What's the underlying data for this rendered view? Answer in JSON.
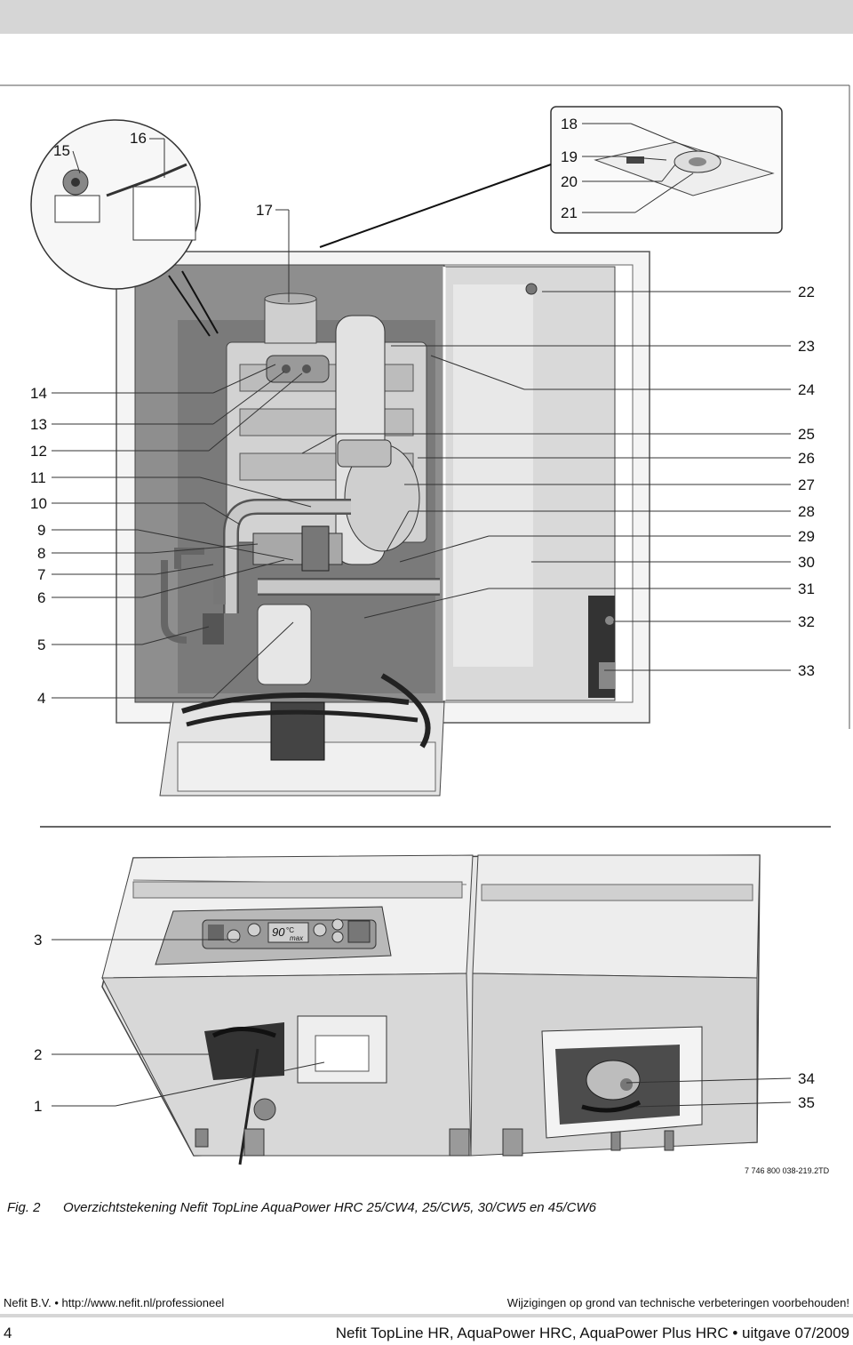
{
  "callouts": {
    "c1": "1",
    "c2": "2",
    "c3": "3",
    "c4": "4",
    "c5": "5",
    "c6": "6",
    "c7": "7",
    "c8": "8",
    "c9": "9",
    "c10": "10",
    "c11": "11",
    "c12": "12",
    "c13": "13",
    "c14": "14",
    "c15": "15",
    "c16": "16",
    "c17": "17",
    "c18": "18",
    "c19": "19",
    "c20": "20",
    "c21": "21",
    "c22": "22",
    "c23": "23",
    "c24": "24",
    "c25": "25",
    "c26": "26",
    "c27": "27",
    "c28": "28",
    "c29": "29",
    "c30": "30",
    "c31": "31",
    "c32": "32",
    "c33": "33",
    "c34": "34",
    "c35": "35"
  },
  "display": {
    "temperature": "90",
    "unit": "°C",
    "mode": "max"
  },
  "drawing_number": "7 746 800 038-219.2TD",
  "caption": {
    "fig": "Fig. 2",
    "text": "Overzichtstekening Nefit TopLine AquaPower HRC 25/CW4, 25/CW5, 30/CW5 en 45/CW6"
  },
  "footer": {
    "company": "Nefit B.V. • http://www.nefit.nl/professioneel",
    "disclaimer": "Wijzigingen op grond van technische verbeteringen voorbehouden!",
    "page_number": "4",
    "document_title": "Nefit TopLine HR, AquaPower HRC, AquaPower Plus HRC • uitgave 07/2009"
  },
  "colors": {
    "header_band": "#d6d6d6",
    "drawing_gray": "#9a9a9a",
    "panel_light": "#e4e4e4"
  }
}
